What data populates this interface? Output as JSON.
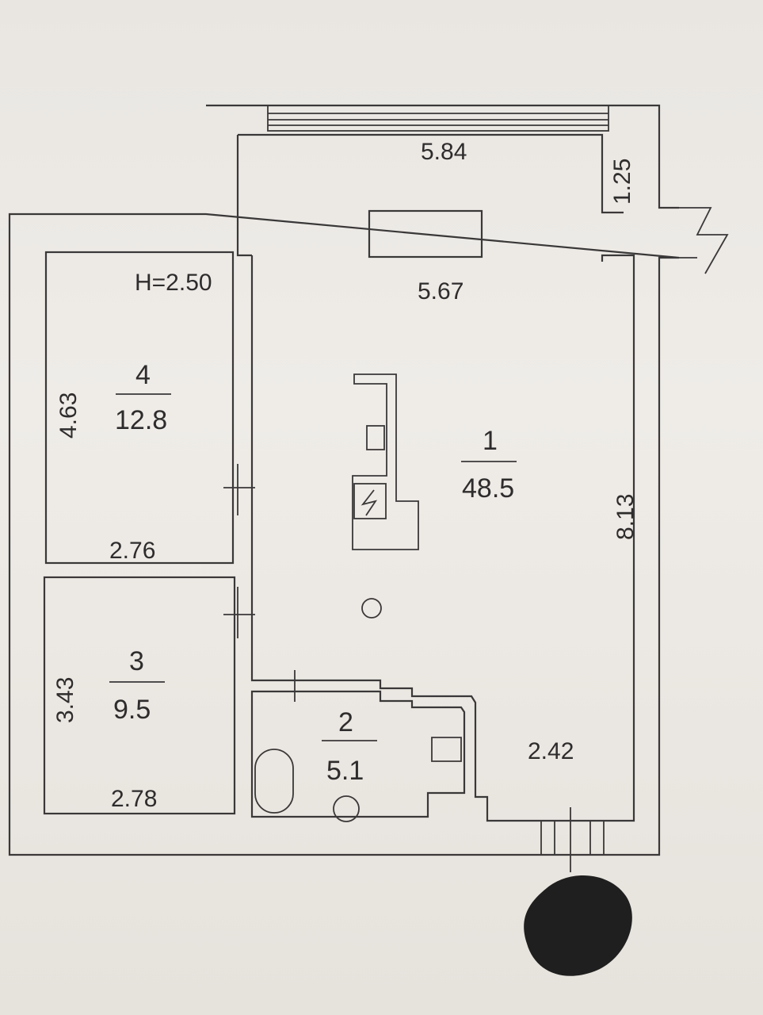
{
  "plan": {
    "ceiling_height": "H=2.50",
    "rooms": [
      {
        "number": "1",
        "area": "48.5"
      },
      {
        "number": "2",
        "area": "5.1"
      },
      {
        "number": "3",
        "area": "9.5"
      },
      {
        "number": "4",
        "area": "12.8"
      }
    ],
    "dimensions": {
      "balcony_width": "5.84",
      "balcony_depth": "1.25",
      "room1_width": "5.67",
      "room1_length": "8.13",
      "room1_bottom": "2.42",
      "room4_height": "4.63",
      "room4_width": "2.76",
      "room3_height": "3.43",
      "room3_width": "2.78"
    },
    "colors": {
      "line": "#3a3838",
      "paper": "#ece9e5",
      "scribble": "#1f1f1f"
    }
  }
}
